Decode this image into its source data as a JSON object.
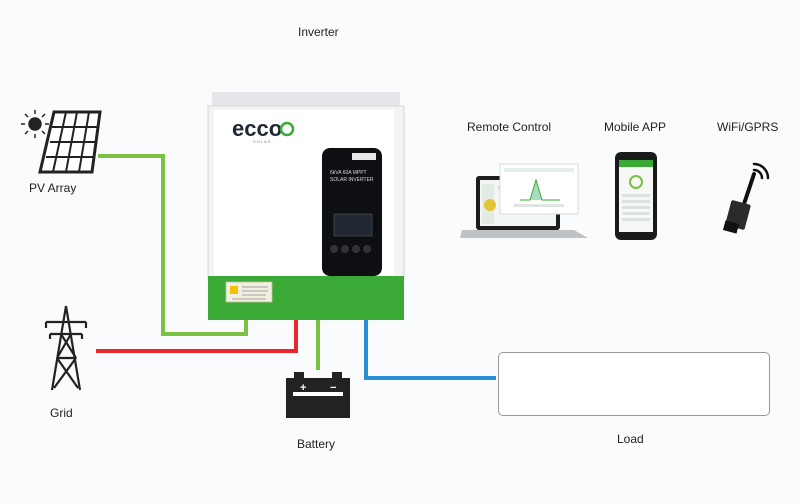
{
  "labels": {
    "inverter": "Inverter",
    "pv_array": "PV Array",
    "grid": "Grid",
    "battery": "Battery",
    "load": "Load",
    "remote_control": "Remote Control",
    "mobile_app": "Mobile APP",
    "wifi_gprs": "WiFi/GPRS"
  },
  "inverter": {
    "brand": "ecco",
    "brand_sub": "SOLAR",
    "display_line1": "6kVA 60A MPPT",
    "display_line2": "SOLAR INVERTER"
  },
  "colors": {
    "pv_line": "#7ac143",
    "grid_line": "#e8262d",
    "battery_line": "#7ac143",
    "load_line": "#2a8fd4",
    "inverter_green": "#3aa935"
  },
  "icons": {
    "pv": "solar-panel-icon",
    "grid": "power-tower-icon",
    "battery": "battery-icon",
    "loads": [
      "light-bulb-icon",
      "tv-icon",
      "fan-icon",
      "refrigerator-icon"
    ],
    "remote": "laptop-icon",
    "mobile": "smartphone-icon",
    "wifi": "wifi-dongle-icon"
  }
}
